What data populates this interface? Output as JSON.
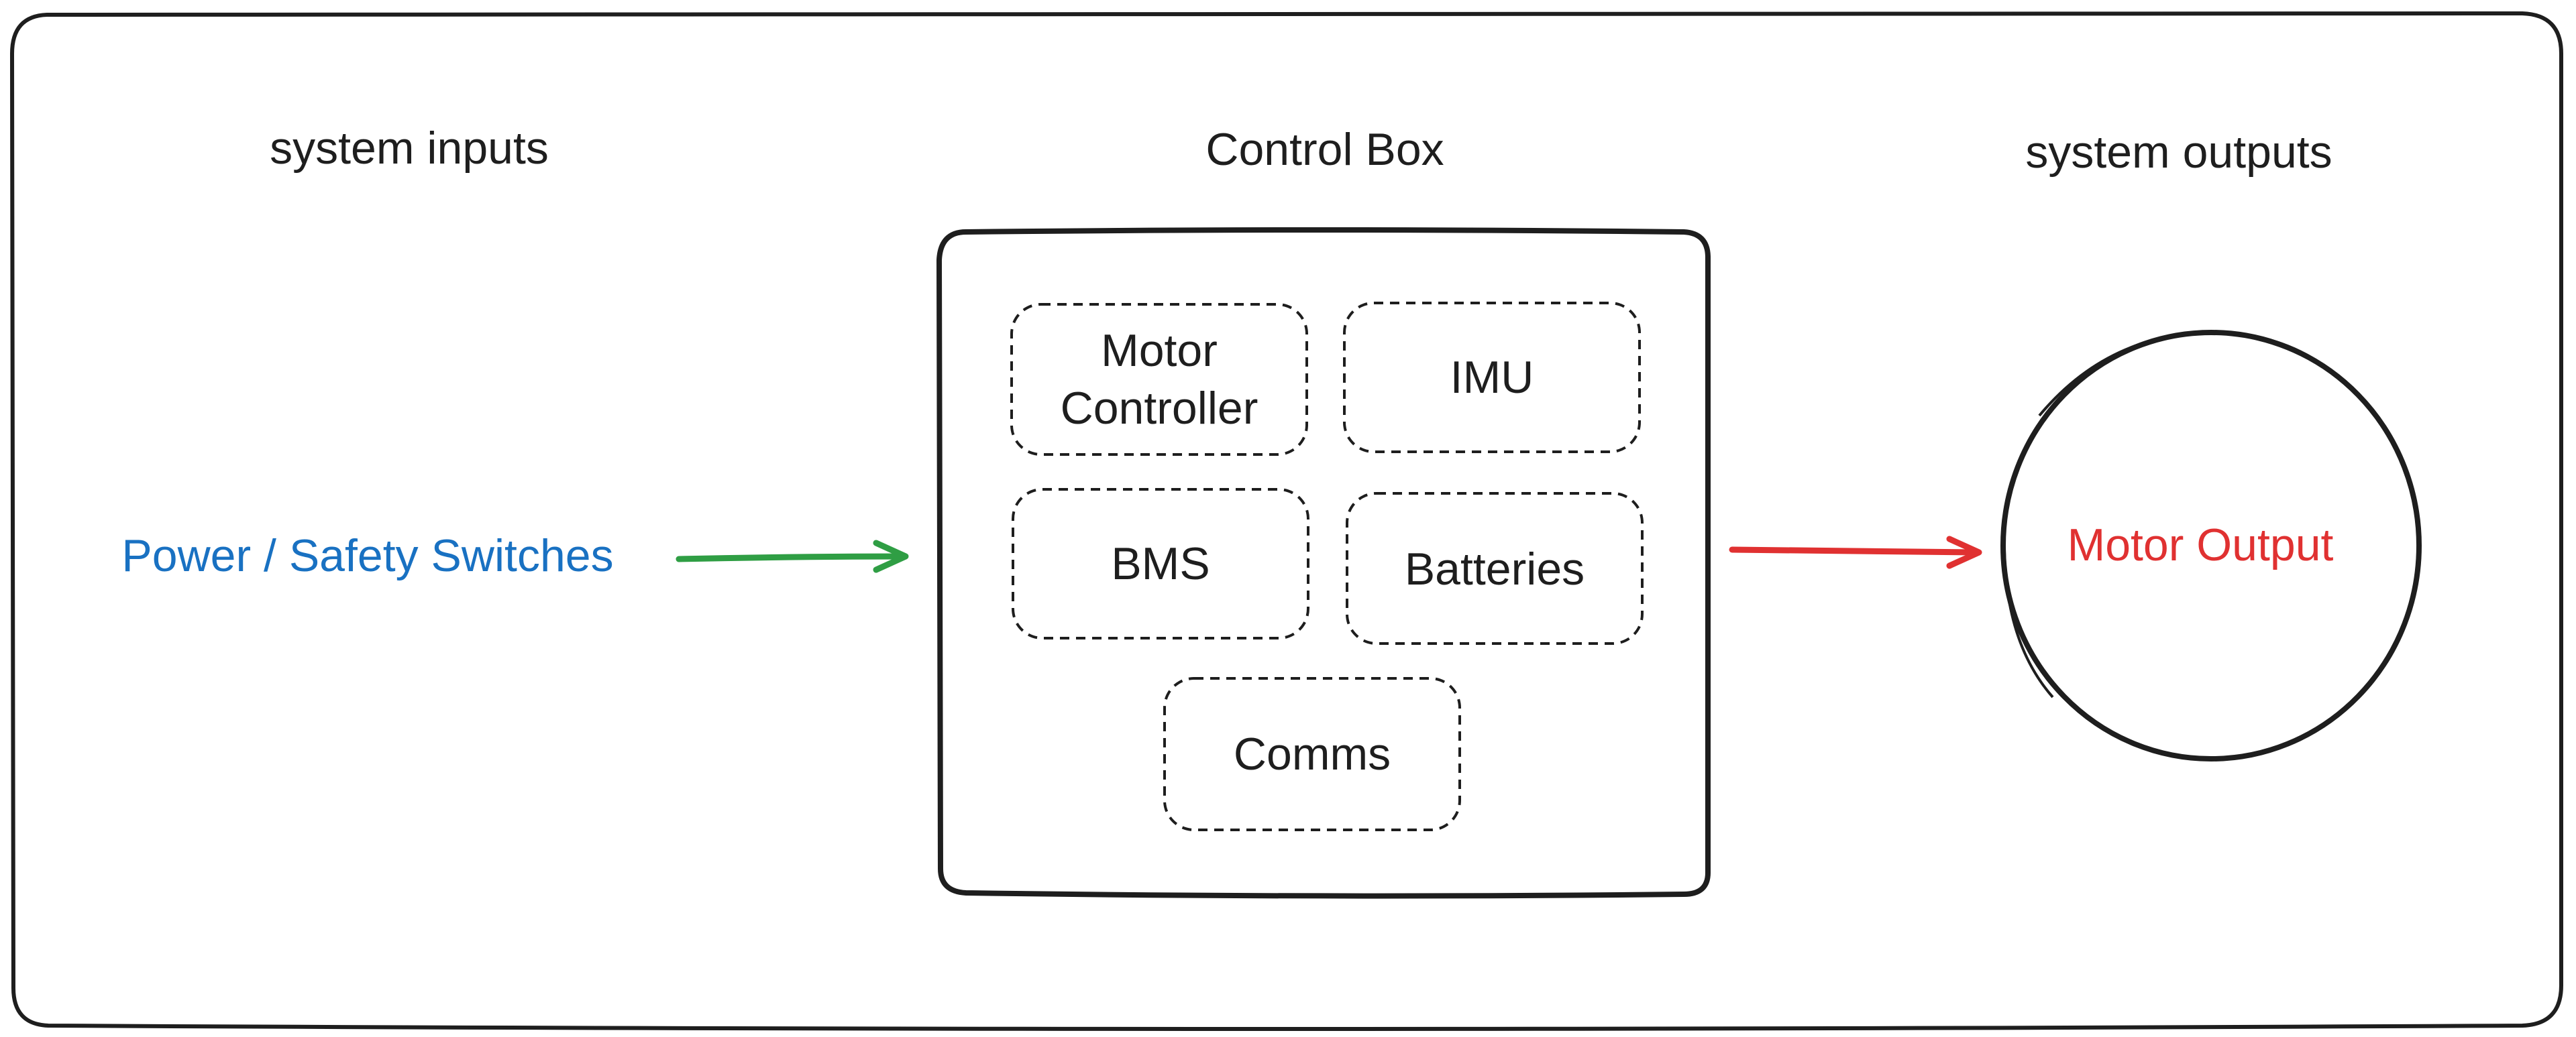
{
  "sections": {
    "inputs_title": "system inputs",
    "control_title": "Control Box",
    "outputs_title": "system outputs"
  },
  "input": {
    "label": "Power / Safety Switches"
  },
  "control_box": {
    "modules": [
      {
        "line1": "Motor",
        "line2": "Controller"
      },
      {
        "line1": "IMU"
      },
      {
        "line1": "BMS"
      },
      {
        "line1": "Batteries"
      },
      {
        "line1": "Comms"
      }
    ]
  },
  "output": {
    "label": "Motor Output"
  },
  "colors": {
    "stroke": "#1e1e1e",
    "input_text": "#1971c2",
    "output_text": "#e03131",
    "input_arrow": "#2f9e44",
    "output_arrow": "#e03131"
  }
}
